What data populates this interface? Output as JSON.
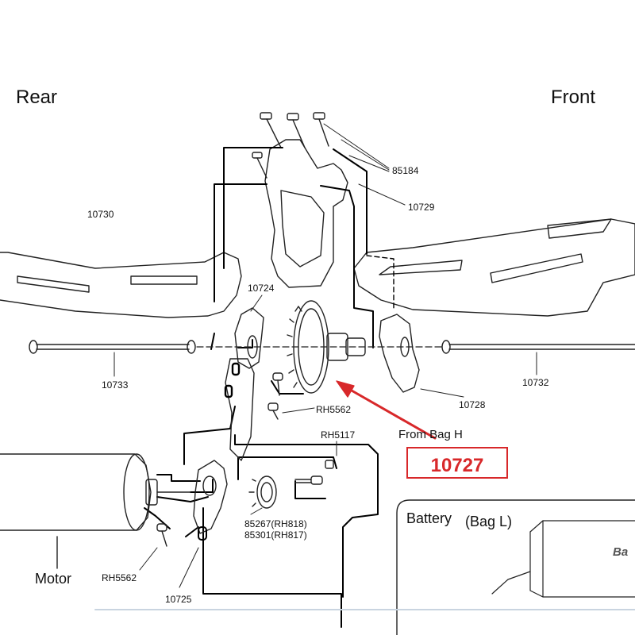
{
  "orientation": {
    "rear": "Rear",
    "front": "Front"
  },
  "parts": {
    "p85184": "85184",
    "p10729": "10729",
    "p10730": "10730",
    "p10724": "10724",
    "p10733": "10733",
    "p10732": "10732",
    "p10728": "10728",
    "pRH5562a": "RH5562",
    "pRH5117": "RH5117",
    "p85267": "85267(RH818)",
    "p85301": "85301(RH817)",
    "pRH5562b": "RH5562",
    "p10725": "10725"
  },
  "callout": {
    "source": "From Bag H",
    "number": "10727",
    "color": "#d8282a"
  },
  "battery": {
    "label": "Battery",
    "bag": "(Bag L)",
    "logo_fragment": "Ba"
  },
  "motor": {
    "label": "Motor"
  }
}
